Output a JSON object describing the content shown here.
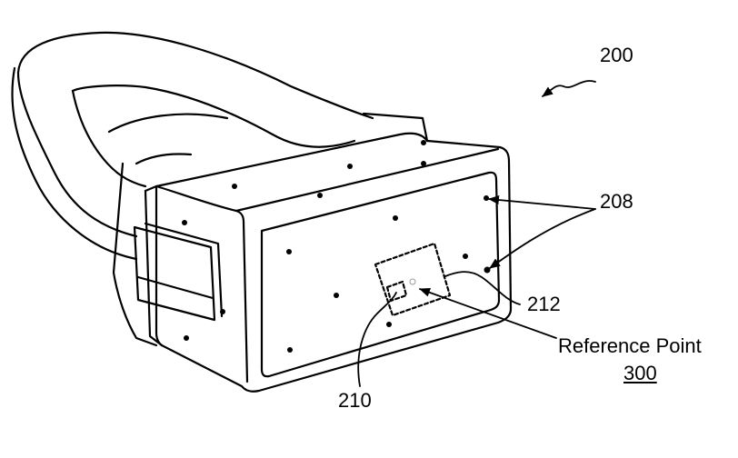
{
  "figure": {
    "ref_device": "200",
    "ref_locators": "208",
    "ref_region": "212",
    "ref_sensor": "210",
    "reference_point_label": "Reference Point",
    "reference_point_number": "300"
  },
  "colors": {
    "ink": "#000000",
    "background": "#ffffff"
  }
}
